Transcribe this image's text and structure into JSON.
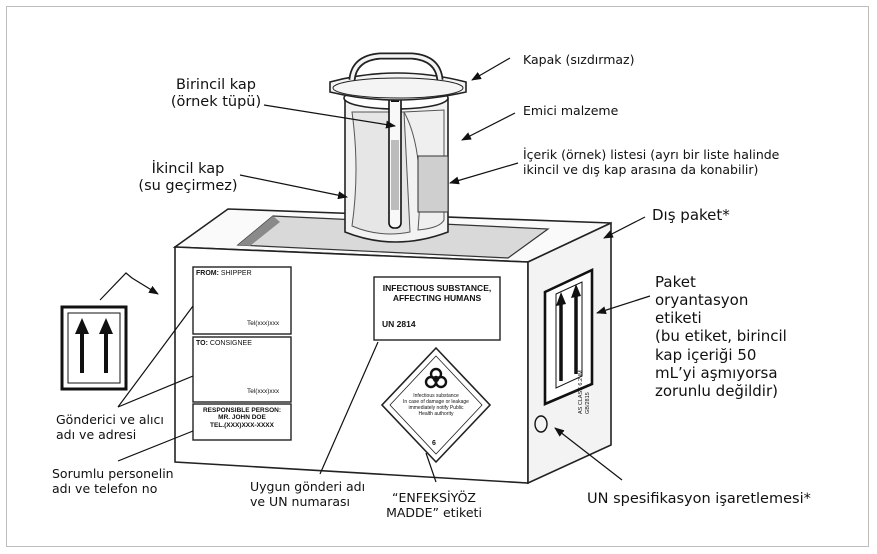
{
  "labels": {
    "lid": "Kapak (sızdırmaz)",
    "absorbent": "Emici malzeme",
    "contents_list_1": "İçerik (örnek) listesi (ayrı bir liste halinde",
    "contents_list_2": "ikincil ve dış kap arasına da konabilir)",
    "primary_1": "Birincil kap",
    "primary_2": "(örnek tüpü)",
    "secondary_1": "İkincil kap",
    "secondary_2": "(su geçirmez)",
    "outer": "Dış paket*",
    "orientation": [
      "Paket",
      "oryantasyon",
      "etiketi",
      "(bu etiket, birincil",
      "kap içeriği 50",
      "mL’yi aşmıyorsa",
      "zorunlu değildir)"
    ],
    "shipper_1": "Gönderici ve alıcı",
    "shipper_2": "adı ve adresi",
    "responsible_1": "Sorumlu personelin",
    "responsible_2": "adı ve telefon no",
    "proper_name_1": "Uygun gönderi adı",
    "proper_name_2": "ve UN numarası",
    "infectious_1": "“ENFEKSİYÖZ",
    "infectious_2": "MADDE” etiketi",
    "un_spec": "UN spesifikasyon işaretlemesi*"
  },
  "package": {
    "from_label": "FROM:",
    "from_value": "SHIPPER",
    "from_tel": "Tel(xxx)xxx",
    "to_label": "TO:",
    "to_value": "CONSIGNEE",
    "to_tel": "Tel(xxx)xxx",
    "resp_1": "RESPONSIBLE PERSON:",
    "resp_2": "MR. JOHN DOE",
    "resp_3": "TEL.(XXX)XXX-XXXX",
    "subst_1": "INFECTIOUS SUBSTANCE,",
    "subst_2": "AFFECTING HUMANS",
    "subst_3": "UN 2814",
    "diamond_1": "Infectious substance",
    "diamond_2": "In case of damage or leakage",
    "diamond_3": "immediately notify Public",
    "diamond_4": "Health authority",
    "diamond_num": "6",
    "side_mark_1": "AS CLASS 6.2 IM",
    "side_mark_2": "GB/2815"
  }
}
